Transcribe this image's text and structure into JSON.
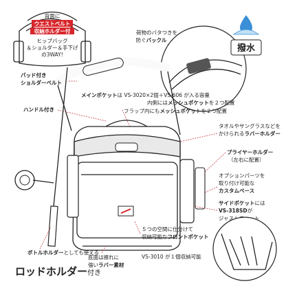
{
  "callouts": {
    "waist": {
      "line1": "背面に",
      "line2": "ウエストベルト",
      "line3": "収納ホルダー付",
      "line4": "ヒップバッグ",
      "line5": "＆ショルダー＆手下げ",
      "line6": "の3WAY!"
    },
    "buckle": {
      "line1": "荷物のバタつきを",
      "line2": "防ぐ",
      "line2_strong": "バックル"
    },
    "waterproof": {
      "label": "撥水"
    },
    "shoulder_belt": {
      "line1": "パッド付き",
      "line2": "ショルダーベルト"
    },
    "handle": {
      "label": "ハンドル付き"
    },
    "main_pocket": {
      "line1_strong": "メインポケット",
      "line1": "は VS-3020×2個＋VS-606 が入る容量",
      "line2_a": "内側には",
      "line2_strong": "メッシュポケット",
      "line2_b": "を２つ配置",
      "line3": "フラップ内にも",
      "line3_strong": "メッシュポケット",
      "line3_b": "を２つ配置"
    },
    "rubber_holder": {
      "line1": "タオルやサングラスなどを",
      "line2": "かけられる",
      "line2_strong": "ラバーホルダー"
    },
    "plier_holder": {
      "line1": "プライヤーホルダー",
      "line2": "（左右に配置）"
    },
    "custom_base": {
      "line1": "オプションパーツを",
      "line2": "取り付け可能な",
      "line3": "カスタムベース"
    },
    "side_pocket": {
      "line1_strong": "サイドポケット",
      "line1": "には",
      "line2": "VS-318SD",
      "line2_b": "が",
      "line3": "ジャストフィット"
    },
    "front_pocket": {
      "line1": "５つの空間に仕分けて",
      "line2": "収納可能な",
      "line2_strong": "フロントポケット"
    },
    "front_pocket_note": {
      "label": "VS-3010 が１個収納可能"
    },
    "bottom": {
      "line1": "底面は擦れに",
      "line2": "強い",
      "line2_strong": "ラバー素材"
    },
    "bottle": {
      "line1": "ボトルホルダー",
      "line2": "としても使える"
    },
    "rod_holder": {
      "main": "ロッドホルダー",
      "suffix": "付き"
    }
  },
  "colors": {
    "accent": "#d8262b",
    "ink": "#222222",
    "water": "#3b8fd6"
  },
  "icons": [
    "water-drop-icon",
    "umbrella-icon"
  ]
}
